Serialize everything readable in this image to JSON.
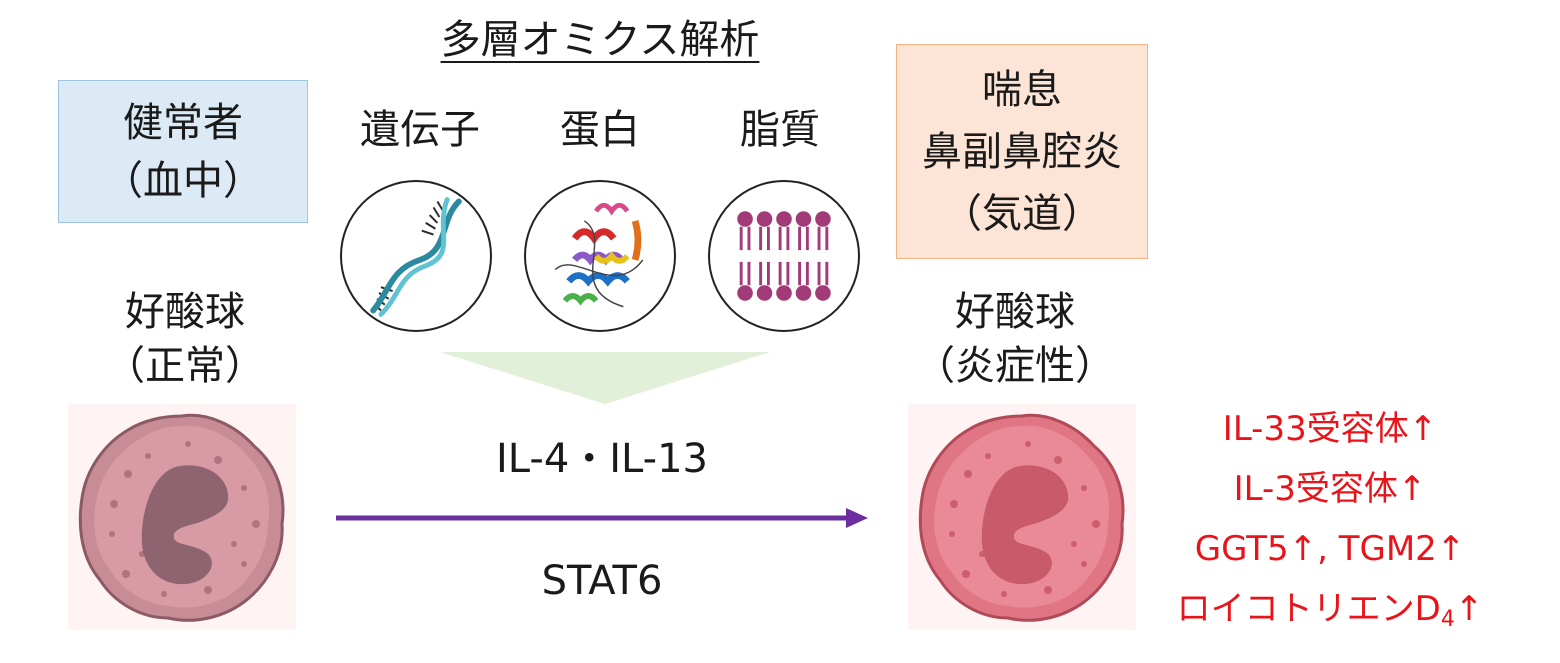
{
  "title": "多層オミクス解析",
  "healthy_box": {
    "line1": "健常者",
    "line2": "（血中）"
  },
  "disease_box": {
    "line1": "喘息",
    "line2": "鼻副鼻腔炎",
    "line3": "（気道）"
  },
  "omics": [
    {
      "label": "遺伝子",
      "icon": "dna-helix-icon"
    },
    {
      "label": "蛋白",
      "icon": "protein-structure-icon"
    },
    {
      "label": "脂質",
      "icon": "lipid-bilayer-icon"
    }
  ],
  "normal_cell": {
    "line1": "好酸球",
    "line2": "（正常）"
  },
  "inflamed_cell": {
    "line1": "好酸球",
    "line2": "（炎症性）"
  },
  "pathway": {
    "above": "IL-4・IL-13",
    "below": "STAT6"
  },
  "markers": [
    {
      "text": "IL-33受容体↑"
    },
    {
      "text": "IL-3受容体↑"
    },
    {
      "text": "GGT5↑, TGM2↑"
    },
    {
      "text": "ロイコトリエンD",
      "subscript": "4",
      "suffix": "↑"
    }
  ],
  "colors": {
    "arrow": "#6b2fa0",
    "funnel": "#e2efd9",
    "marker_text": "#e8141a",
    "healthy_box_fill": "#dceaf6",
    "disease_box_fill": "#fce4d6"
  }
}
